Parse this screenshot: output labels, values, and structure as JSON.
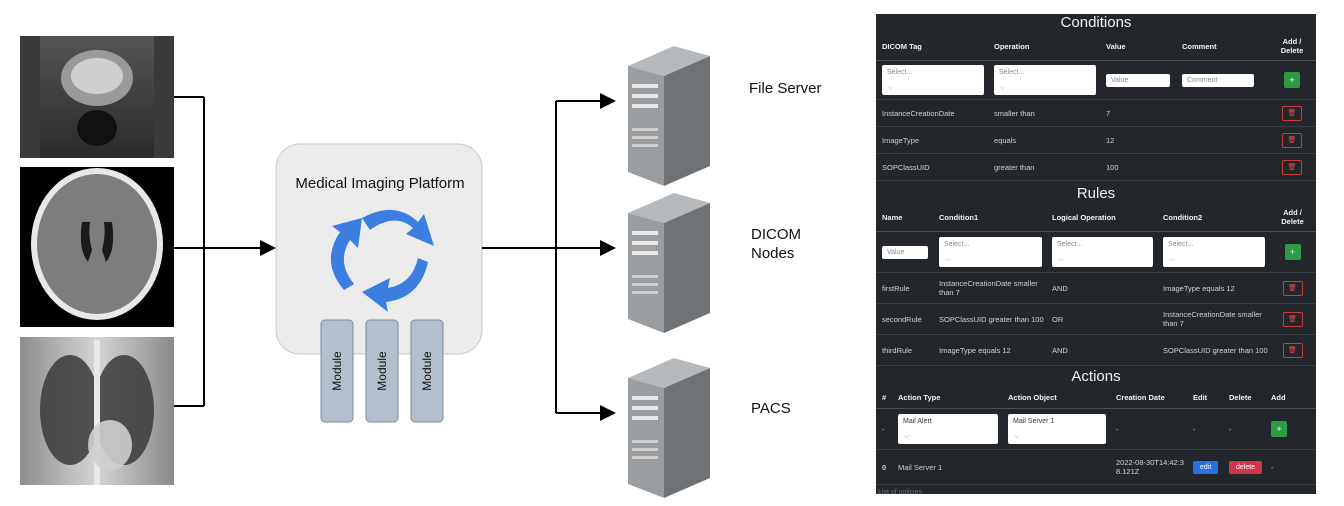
{
  "diagram": {
    "platform_title": "Medical Imaging Platform",
    "modules": [
      "Module",
      "Module",
      "Module"
    ],
    "servers": [
      {
        "lines": [
          "File Server"
        ]
      },
      {
        "lines": [
          "DICOM",
          "Nodes"
        ]
      },
      {
        "lines": [
          "PACS"
        ]
      }
    ],
    "colors": {
      "arrows": "#3c7ee0",
      "platform_bg": "#ebebeb",
      "module_bg": "#b3bfcc",
      "server_body": "#8f9396"
    }
  },
  "conditions": {
    "title": "Conditions",
    "headers": [
      "DICOM Tag",
      "Operation",
      "Value",
      "Comment",
      "Add / Delete"
    ],
    "new_row": {
      "tag_placeholder": "Select...",
      "op_placeholder": "Select...",
      "value_placeholder": "Value",
      "comment_placeholder": "Comment",
      "add_label": "+"
    },
    "rows": [
      {
        "tag": "InstanceCreationDate",
        "op": "smaller than",
        "value": "7",
        "comment": ""
      },
      {
        "tag": "ImageType",
        "op": "equals",
        "value": "12",
        "comment": ""
      },
      {
        "tag": "SOPClassUID",
        "op": "greater than",
        "value": "100",
        "comment": ""
      }
    ]
  },
  "rules": {
    "title": "Rules",
    "headers": [
      "Name",
      "Condition1",
      "Logical Operation",
      "Condition2",
      "Add / Delete"
    ],
    "new_row": {
      "name_placeholder": "Value",
      "c1_placeholder": "Select...",
      "op_placeholder": "Select...",
      "c2_placeholder": "Select...",
      "add_label": "+"
    },
    "rows": [
      {
        "name": "firstRule",
        "c1": "InstanceCreationDate smaller than 7",
        "op": "AND",
        "c2": "ImageType equals 12"
      },
      {
        "name": "secondRule",
        "c1": "SOPClassUID greater than 100",
        "op": "OR",
        "c2": "InstanceCreationDate smaller than 7"
      },
      {
        "name": "thirdRule",
        "c1": "ImageType equals 12",
        "op": "AND",
        "c2": "SOPClassUID greater than 100"
      }
    ]
  },
  "actions": {
    "title": "Actions",
    "headers": [
      "#",
      "Action Type",
      "Action Object",
      "Creation Date",
      "Edit",
      "Delete",
      "Add"
    ],
    "new_row": {
      "num": "-",
      "type_value": "Mail Alert",
      "object_value": "Mail Server 1",
      "date": "-",
      "edit": "-",
      "delete": "-",
      "add_label": "+"
    },
    "rows": [
      {
        "num": "0",
        "type": "Mail Server 1",
        "object": "",
        "date": "2022-08-30T14:42:38.121Z",
        "edit_label": "edit",
        "delete_label": "delete",
        "add": "-"
      }
    ]
  },
  "footer_text": "List of policies"
}
